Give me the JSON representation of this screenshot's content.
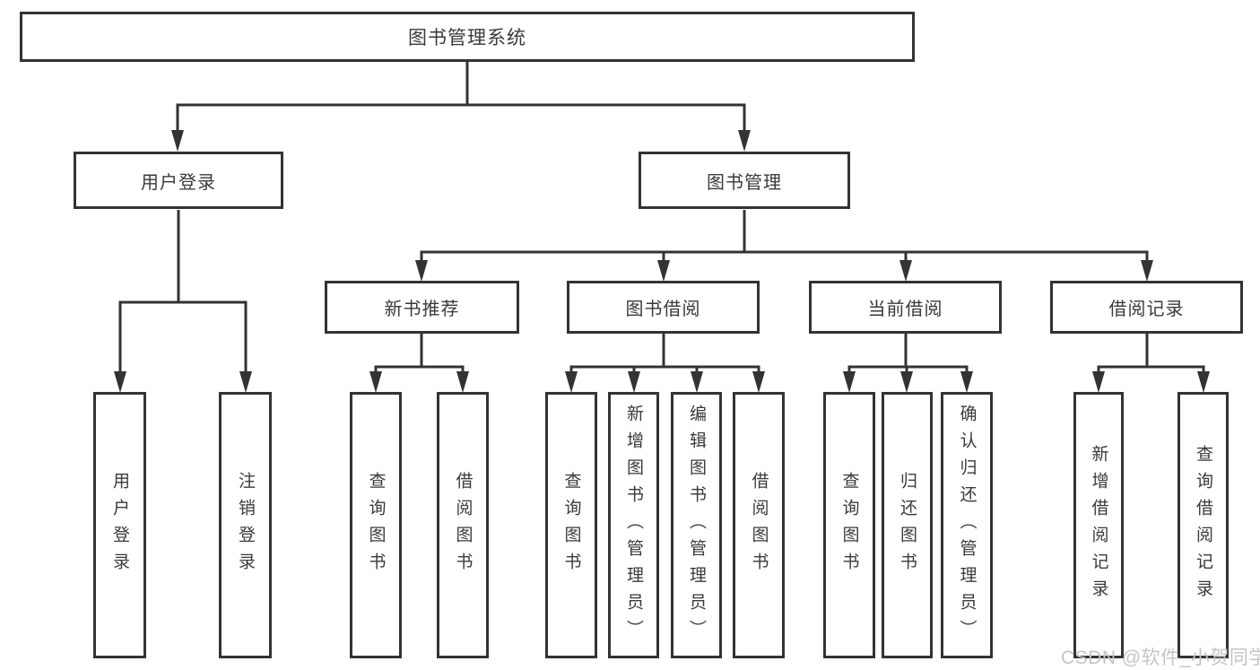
{
  "diagram": {
    "title": "图书管理系统",
    "root": {
      "label": "图书管理系统"
    },
    "level2": [
      {
        "label": "用户登录"
      },
      {
        "label": "图书管理"
      }
    ],
    "level3": [
      {
        "label": "新书推荐",
        "parent": "图书管理"
      },
      {
        "label": "图书借阅",
        "parent": "图书管理"
      },
      {
        "label": "当前借阅",
        "parent": "图书管理"
      },
      {
        "label": "借阅记录",
        "parent": "图书管理"
      }
    ],
    "leaves": [
      {
        "label": "用户登录",
        "parent": "用户登录"
      },
      {
        "label": "注销登录",
        "parent": "用户登录"
      },
      {
        "label": "查询图书",
        "parent": "新书推荐"
      },
      {
        "label": "借阅图书",
        "parent": "新书推荐"
      },
      {
        "label": "查询图书",
        "parent": "图书借阅"
      },
      {
        "label": "新增图书（管理员）",
        "parent": "图书借阅"
      },
      {
        "label": "编辑图书（管理员）",
        "parent": "图书借阅"
      },
      {
        "label": "借阅图书",
        "parent": "图书借阅"
      },
      {
        "label": "查询图书",
        "parent": "当前借阅"
      },
      {
        "label": "归还图书",
        "parent": "当前借阅"
      },
      {
        "label": "确认归还（管理员）",
        "parent": "当前借阅"
      },
      {
        "label": "新增借阅记录",
        "parent": "借阅记录"
      },
      {
        "label": "查询借阅记录",
        "parent": "借阅记录"
      }
    ]
  },
  "watermark": {
    "text": "CSDN @软件_小贺同学"
  },
  "colors": {
    "line": "#333333",
    "text": "#3a3a3a",
    "background": "#ffffff",
    "watermark": "#c4c4c4"
  }
}
